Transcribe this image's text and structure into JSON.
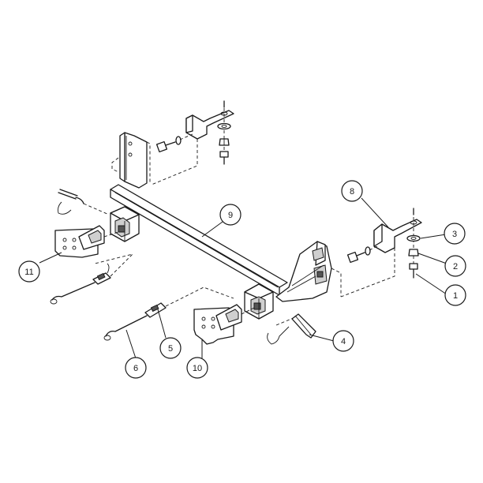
{
  "callouts": [
    {
      "id": "1",
      "label": "1"
    },
    {
      "id": "2",
      "label": "2"
    },
    {
      "id": "3",
      "label": "3"
    },
    {
      "id": "4",
      "label": "4"
    },
    {
      "id": "5",
      "label": "5"
    },
    {
      "id": "6",
      "label": "6"
    },
    {
      "id": "8",
      "label": "8"
    },
    {
      "id": "9",
      "label": "9"
    },
    {
      "id": "10",
      "label": "10"
    },
    {
      "id": "11",
      "label": "11"
    }
  ]
}
